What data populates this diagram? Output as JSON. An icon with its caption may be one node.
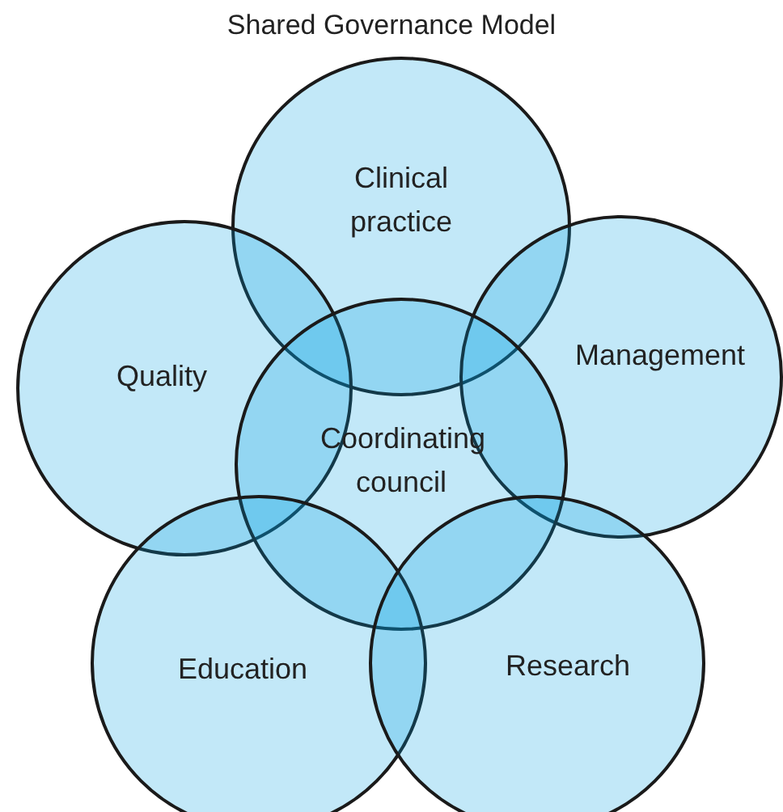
{
  "diagram": {
    "title": "Shared Governance Model",
    "nodes": [
      {
        "text": [
          "Clinical practice"
        ]
      },
      {
        "text": [
          "Quality"
        ]
      },
      {
        "text": [
          "Management"
        ]
      },
      {
        "text": [
          "Coordinating council"
        ]
      },
      {
        "text": [
          "Education"
        ]
      },
      {
        "text": [
          "Research"
        ]
      }
    ]
  }
}
